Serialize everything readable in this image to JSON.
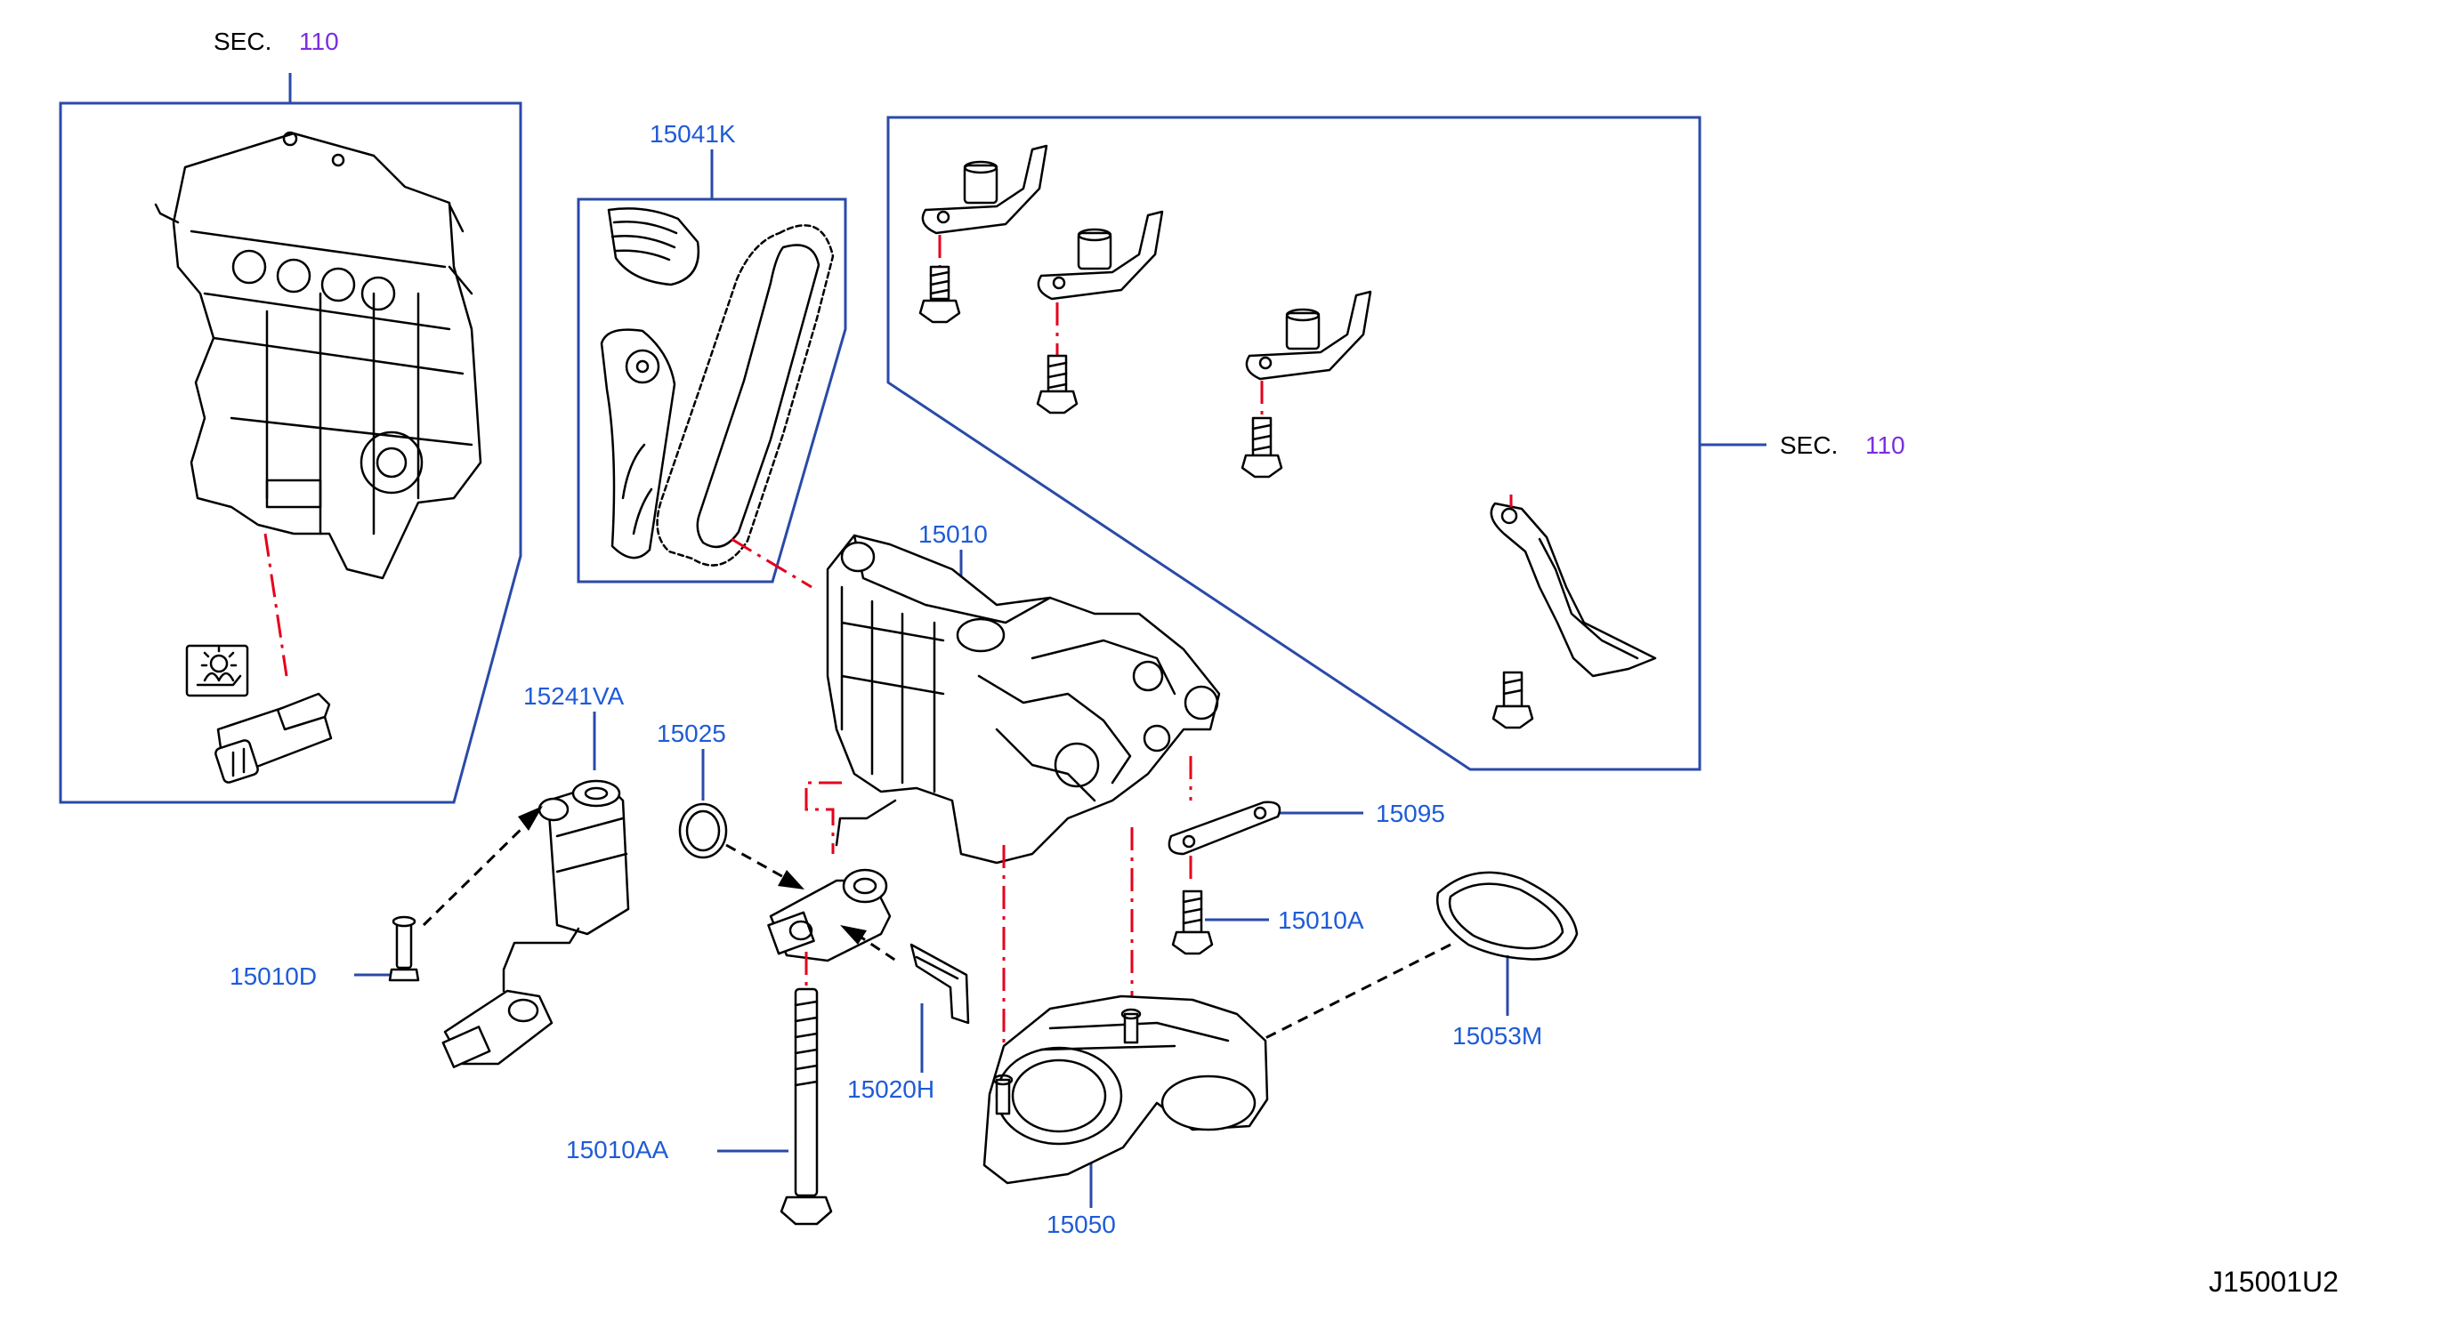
{
  "sections": [
    {
      "prefix": "SEC.",
      "number": "110"
    },
    {
      "prefix": "SEC.",
      "number": "110"
    }
  ],
  "parts": {
    "p15041K": "15041K",
    "p15010": "15010",
    "p15241VA": "15241VA",
    "p15025": "15025",
    "p15095": "15095",
    "p15010A": "15010A",
    "p15010D": "15010D",
    "p15020H": "15020H",
    "p15053M": "15053M",
    "p15010AA": "15010AA",
    "p15050": "15050"
  },
  "diagram_code": "J15001U2",
  "colors": {
    "part_number": "#1f5bd6",
    "section_number": "#7a2ee0",
    "frame": "#2a4aa8",
    "chain_line": "#e5001b"
  }
}
